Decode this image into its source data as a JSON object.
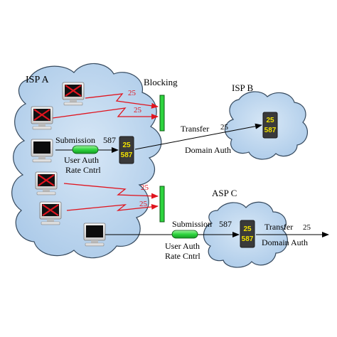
{
  "clouds": {
    "isp_a": "ISP A",
    "isp_b": "ISP B",
    "asp_c": "ASP C"
  },
  "blocking": "Blocking",
  "ports": {
    "p25": "25",
    "p587": "587"
  },
  "isp_a_link": {
    "submission_label": "Submission",
    "submission_port": "587",
    "user_auth": "User Auth",
    "rate_cntrl": "Rate Cntrl",
    "transfer_label": "Transfer",
    "transfer_port": "25",
    "domain_auth": "Domain Auth"
  },
  "asp_c_link": {
    "submission_label": "Submission",
    "submission_port": "587",
    "user_auth": "User Auth",
    "rate_cntrl": "Rate Cntrl",
    "transfer_label": "Transfer",
    "transfer_port": "25",
    "domain_auth": "Domain Auth"
  },
  "blocked_ports": [
    "25",
    "25",
    "25",
    "25"
  ],
  "colors": {
    "cloud_fill": "#bcd6ee",
    "cloud_stroke": "#35495e",
    "blocked_flow": "#e0141e",
    "blocking_bar": "#2ed43e",
    "auth_filter": "#2ed43e",
    "server_body": "#3a3a3a",
    "port_text": "#f2e200"
  },
  "icons": {
    "blocked_computer": "computer-crossed-icon",
    "computer": "computer-icon",
    "mail_server": "mail-server-icon",
    "filter": "capsule-filter-icon"
  }
}
